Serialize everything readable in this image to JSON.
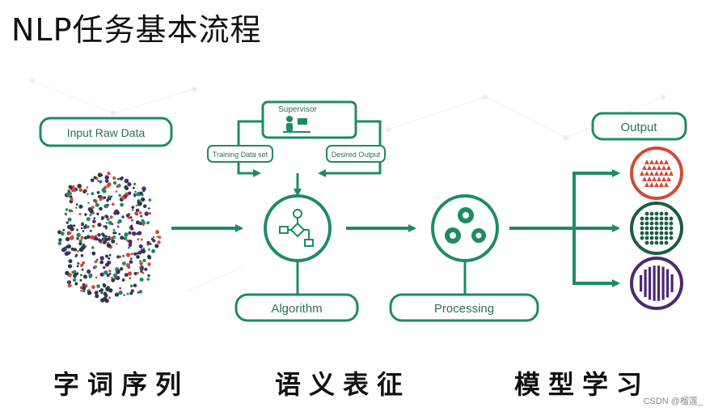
{
  "title": "NLP任务基本流程",
  "diagram": {
    "input_label": "Input Raw Data",
    "supervisor_label": "Supervisor",
    "training_label": "Training Data set",
    "desired_label": "Desired Output",
    "algorithm_label": "Algorithm",
    "processing_label": "Processing",
    "output_label": "Output"
  },
  "captions": {
    "stage1": "字词序列",
    "stage2": "语义表征",
    "stage3": "模型学习"
  },
  "colors": {
    "accent": "#1f8a68",
    "red": "#d24a3a",
    "dark_green": "#1d5b45",
    "purple": "#4a2a6e"
  },
  "watermark": "CSDN @榴莲_"
}
